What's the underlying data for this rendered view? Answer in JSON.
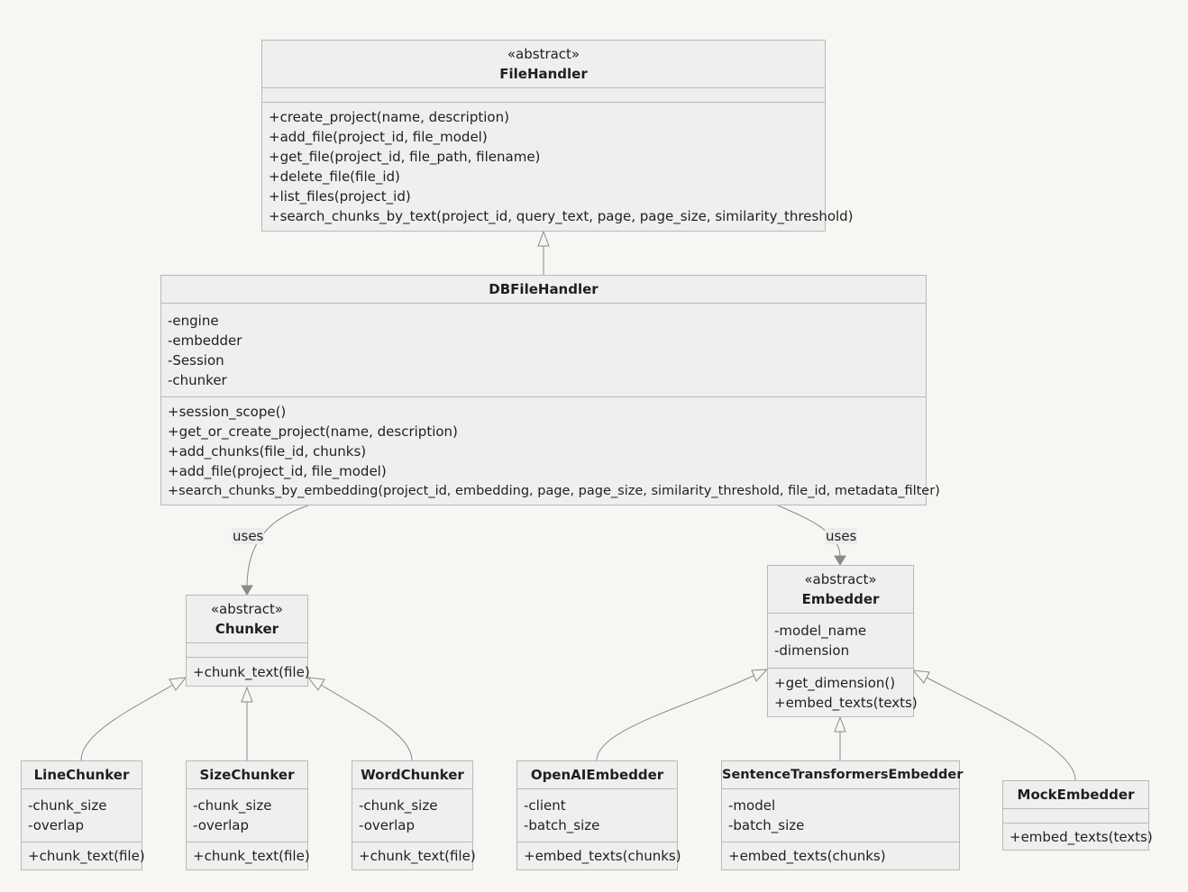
{
  "classes": {
    "filehandler": {
      "stereotype": "«abstract»",
      "name": "FileHandler",
      "attributes": [],
      "methods": [
        "+create_project(name, description)",
        "+add_file(project_id, file_model)",
        "+get_file(project_id, file_path, filename)",
        "+delete_file(file_id)",
        "+list_files(project_id)",
        "+search_chunks_by_text(project_id, query_text, page, page_size, similarity_threshold)"
      ]
    },
    "dbfilehandler": {
      "name": "DBFileHandler",
      "attributes": [
        "-engine",
        "-embedder",
        "-Session",
        "-chunker"
      ],
      "methods": [
        "+session_scope()",
        "+get_or_create_project(name, description)",
        "+add_chunks(file_id, chunks)",
        "+add_file(project_id, file_model)",
        "+search_chunks_by_embedding(project_id, embedding, page, page_size, similarity_threshold, file_id, metadata_filter)"
      ]
    },
    "chunker": {
      "stereotype": "«abstract»",
      "name": "Chunker",
      "attributes": [],
      "methods": [
        "+chunk_text(file)"
      ]
    },
    "embedder": {
      "stereotype": "«abstract»",
      "name": "Embedder",
      "attributes": [
        "-model_name",
        "-dimension"
      ],
      "methods": [
        "+get_dimension()",
        "+embed_texts(texts)"
      ]
    },
    "linechunker": {
      "name": "LineChunker",
      "attributes": [
        "-chunk_size",
        "-overlap"
      ],
      "methods": [
        "+chunk_text(file)"
      ]
    },
    "sizechunker": {
      "name": "SizeChunker",
      "attributes": [
        "-chunk_size",
        "-overlap"
      ],
      "methods": [
        "+chunk_text(file)"
      ]
    },
    "wordchunker": {
      "name": "WordChunker",
      "attributes": [
        "-chunk_size",
        "-overlap"
      ],
      "methods": [
        "+chunk_text(file)"
      ]
    },
    "openaiembedder": {
      "name": "OpenAIEmbedder",
      "attributes": [
        "-client",
        "-batch_size"
      ],
      "methods": [
        "+embed_texts(chunks)"
      ]
    },
    "sentencetransformersembedder": {
      "name": "SentenceTransformersEmbedder",
      "attributes": [
        "-model",
        "-batch_size"
      ],
      "methods": [
        "+embed_texts(chunks)"
      ]
    },
    "mockembedder": {
      "name": "MockEmbedder",
      "attributes": [],
      "methods": [
        "+embed_texts(texts)"
      ]
    }
  },
  "relations": [
    {
      "from": "dbfilehandler",
      "to": "filehandler",
      "kind": "inheritance"
    },
    {
      "from": "dbfilehandler",
      "to": "chunker",
      "kind": "association",
      "label": "uses"
    },
    {
      "from": "dbfilehandler",
      "to": "embedder",
      "kind": "association",
      "label": "uses"
    },
    {
      "from": "linechunker",
      "to": "chunker",
      "kind": "inheritance"
    },
    {
      "from": "sizechunker",
      "to": "chunker",
      "kind": "inheritance"
    },
    {
      "from": "wordchunker",
      "to": "chunker",
      "kind": "inheritance"
    },
    {
      "from": "openaiembedder",
      "to": "embedder",
      "kind": "inheritance"
    },
    {
      "from": "sentencetransformersembedder",
      "to": "embedder",
      "kind": "inheritance"
    },
    {
      "from": "mockembedder",
      "to": "embedder",
      "kind": "inheritance"
    }
  ],
  "colors": {
    "background": "#f7f6f2",
    "box_fill": "#efefef",
    "box_border": "#b9b9b9",
    "edge": "#8a8a8a"
  }
}
